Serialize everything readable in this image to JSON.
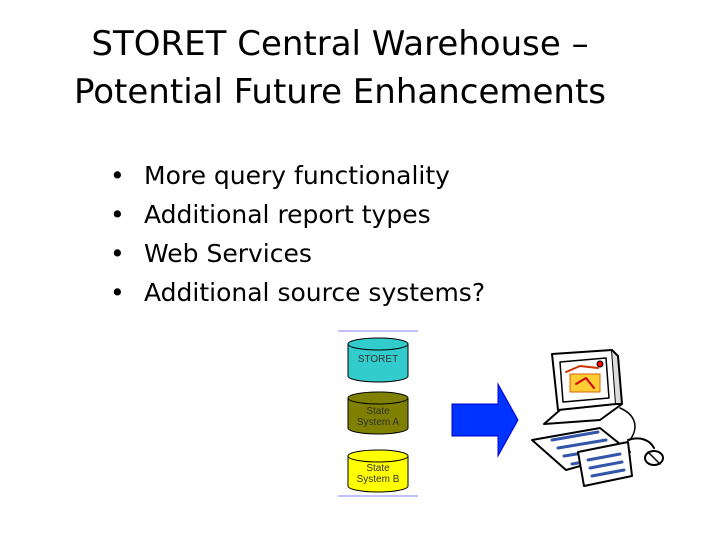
{
  "title": {
    "line1": "STORET Central Warehouse –",
    "line2": "Potential Future Enhancements"
  },
  "bullets": [
    "More query functionality",
    "Additional report types",
    "Web Services",
    "Additional source systems?"
  ],
  "diagram": {
    "databases": [
      {
        "label_line1": "STORET",
        "label_line2": "",
        "color": "#33cccc"
      },
      {
        "label_line1": "State",
        "label_line2": "System A",
        "color": "#808000"
      },
      {
        "label_line1": "State",
        "label_line2": "System B",
        "color": "#ffff00"
      }
    ],
    "arrow_color": "#0033ff",
    "computer_icon": "computer-clipart-icon"
  }
}
